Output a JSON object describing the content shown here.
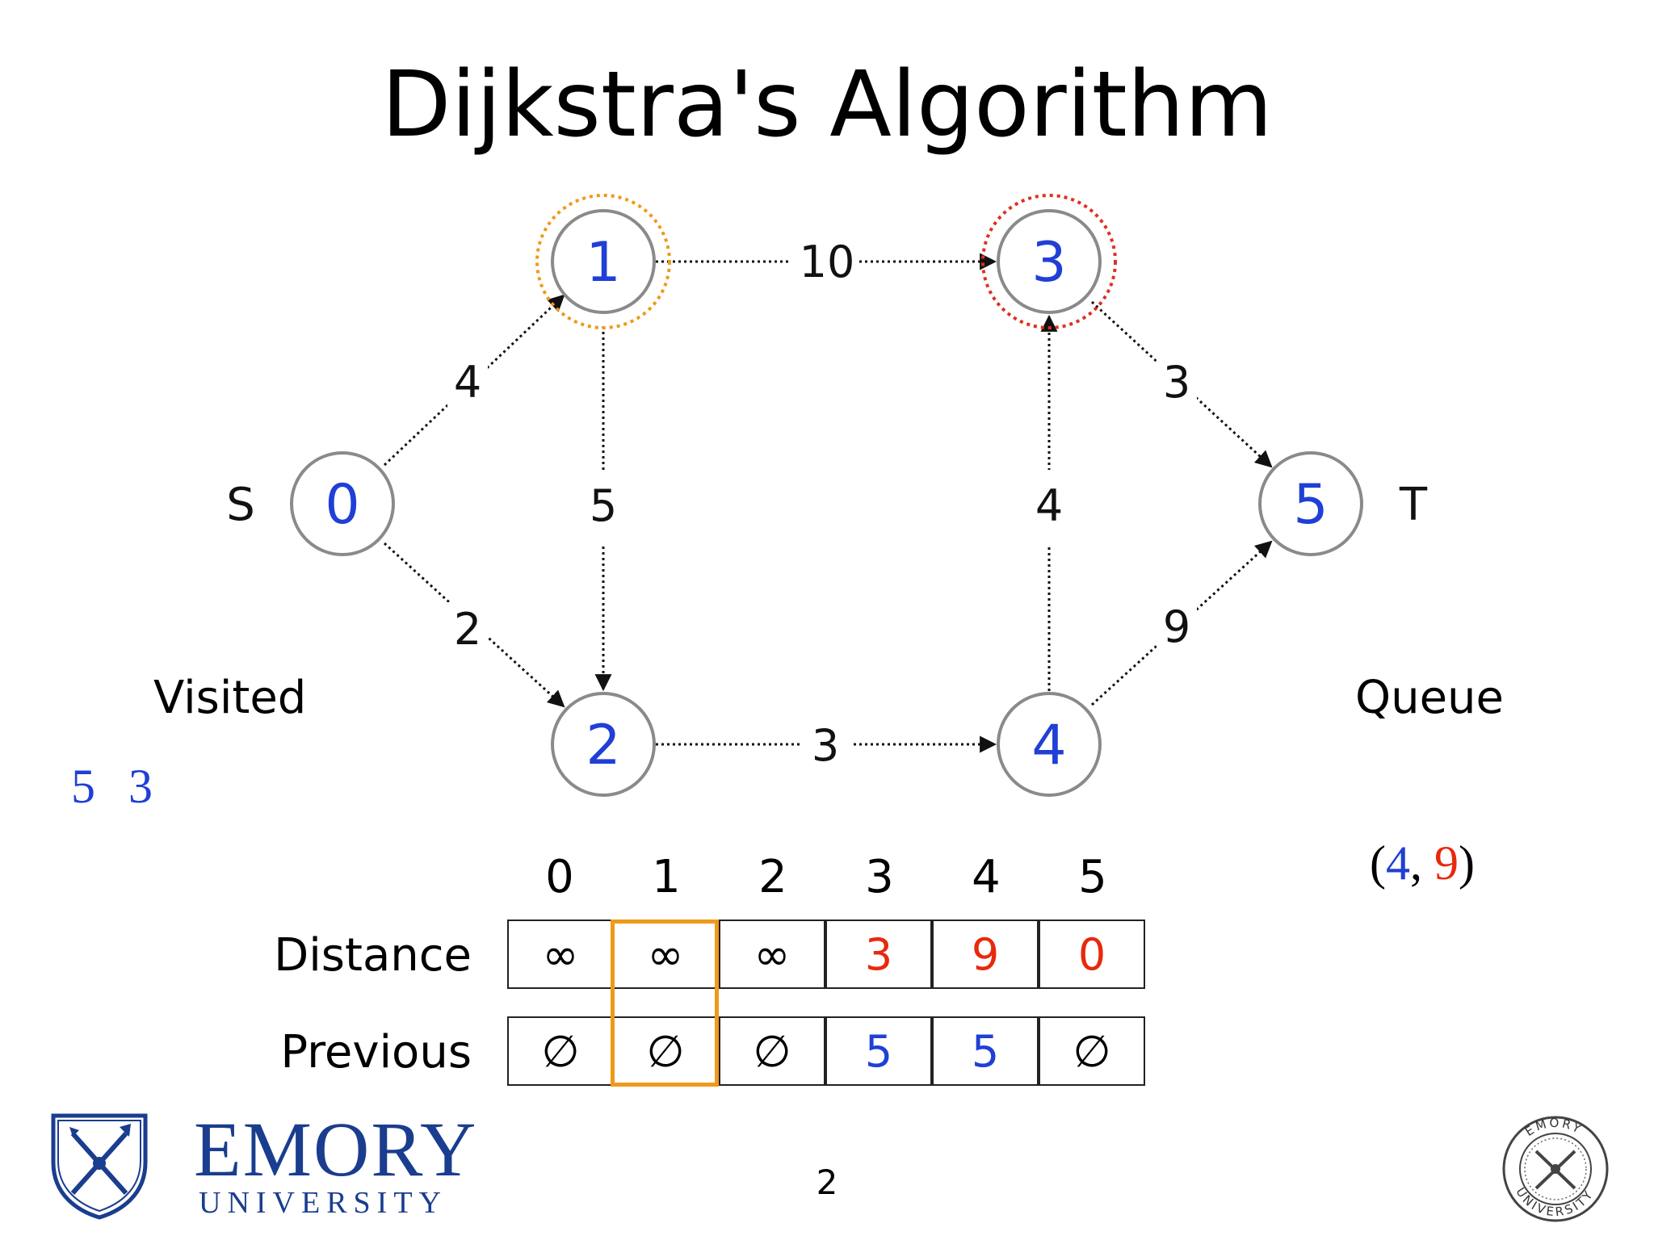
{
  "title": "Dijkstra's Algorithm",
  "colors": {
    "node_number": "#1f3fd6",
    "updated_value": "#e8290c",
    "current_highlight": "#ee9a1a",
    "target_highlight": "#e03020",
    "node_stroke": "#8a8a8a",
    "brand": "#1a3d8f"
  },
  "graph": {
    "source_label": "S",
    "target_label": "T",
    "nodes": [
      {
        "id": "0",
        "highlight": "none"
      },
      {
        "id": "1",
        "highlight": "orange-dotted"
      },
      {
        "id": "2",
        "highlight": "none"
      },
      {
        "id": "3",
        "highlight": "red-dotted"
      },
      {
        "id": "4",
        "highlight": "none"
      },
      {
        "id": "5",
        "highlight": "none"
      }
    ],
    "edges": [
      {
        "from": "0",
        "to": "1",
        "weight": "4"
      },
      {
        "from": "0",
        "to": "2",
        "weight": "2"
      },
      {
        "from": "1",
        "to": "2",
        "weight": "5"
      },
      {
        "from": "1",
        "to": "3",
        "weight": "10"
      },
      {
        "from": "2",
        "to": "4",
        "weight": "3"
      },
      {
        "from": "4",
        "to": "3",
        "weight": "4"
      },
      {
        "from": "3",
        "to": "5",
        "weight": "3"
      },
      {
        "from": "4",
        "to": "5",
        "weight": "9"
      }
    ]
  },
  "visited": {
    "label": "Visited",
    "items": [
      "5",
      "3"
    ]
  },
  "queue": {
    "label": "Queue",
    "open": "(",
    "node": "4",
    "sep": ",",
    "dist": "9",
    "close": ")"
  },
  "table": {
    "columns": [
      "0",
      "1",
      "2",
      "3",
      "4",
      "5"
    ],
    "distance_label": "Distance",
    "previous_label": "Previous",
    "distance": [
      "∞",
      "∞",
      "∞",
      "3",
      "9",
      "0"
    ],
    "previous": [
      "∅",
      "∅",
      "∅",
      "5",
      "5",
      "∅"
    ],
    "highlight_column": "1"
  },
  "page_number": "2",
  "logo": {
    "wordmark": "EMORY",
    "subtitle": "UNIVERSITY",
    "seal_text": "EMORY UNIVERSITY"
  }
}
